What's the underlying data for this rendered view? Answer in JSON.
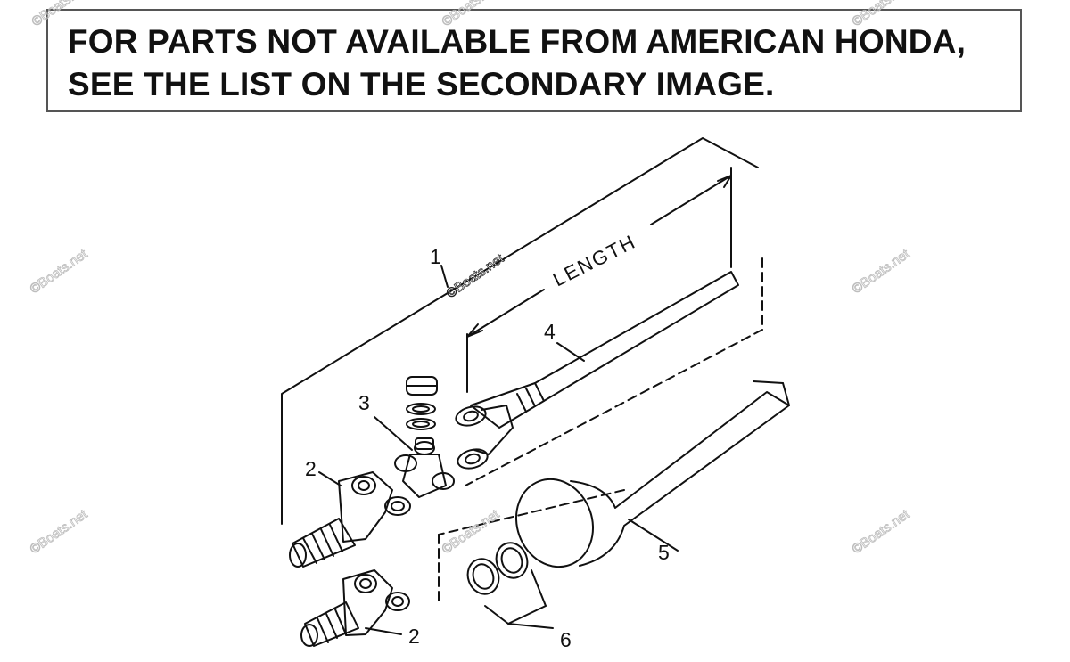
{
  "notice": {
    "line1": "FOR PARTS NOT AVAILABLE FROM AMERICAN HONDA,",
    "line2": "SEE THE LIST ON THE SECONDARY IMAGE."
  },
  "diagram": {
    "length_label": "LENGTH",
    "callouts": {
      "c1": "1",
      "c2a": "2",
      "c2b": "2",
      "c3": "3",
      "c4": "4",
      "c5": "5",
      "c6": "6"
    },
    "watermark": "©Boats.net"
  }
}
